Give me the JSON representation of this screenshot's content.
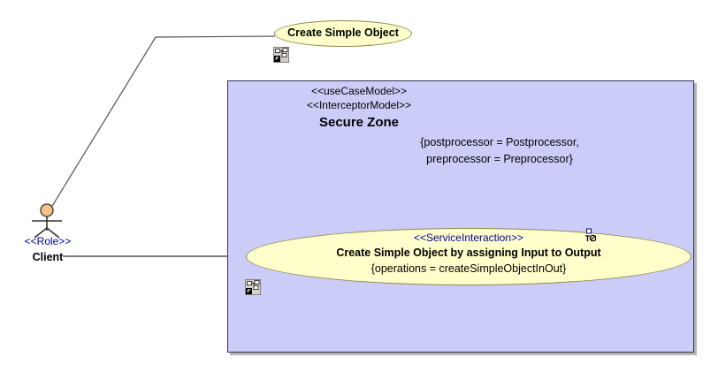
{
  "diagram": {
    "type": "uml-use-case-diagram",
    "background": "#ffffff"
  },
  "actor": {
    "name": "actor-client",
    "stereotype": "<<Role>>",
    "label": "Client",
    "head_color": "#f5c38a",
    "stereotype_color": "#000099"
  },
  "use_cases": [
    {
      "id": "uc-create-simple-object",
      "label": "Create Simple Object",
      "fill": "#ffffcc",
      "stroke": "#8b8b4b",
      "icon": "diagram-link-icon"
    },
    {
      "id": "uc-create-simple-object-in-out",
      "stereotype": "<<ServiceInteraction>>",
      "stereotype_color": "#000099",
      "label": "Create Simple Object by assigning Input to Output",
      "constraint": "{operations = createSimpleObjectInOut}",
      "fill": "#ffffcc",
      "stroke": "#8b8b4b",
      "icon": "diagram-link-icon",
      "note_icon": "note-icon"
    }
  ],
  "zone": {
    "id": "package-secure-zone",
    "stereotype_1": "<<useCaseModel>>",
    "stereotype_2": "<<InterceptorModel>>",
    "title": "Secure Zone",
    "constraint_line_1": "{postprocessor = Postprocessor,",
    "constraint_line_2": "preprocessor = Preprocessor}",
    "fill": "#ccccf9",
    "stroke": "#333355",
    "shadow": "#b4b4b4"
  },
  "connectors": [
    {
      "id": "assoc-client-to-create-simple-object",
      "from": "actor-client",
      "to": "uc-create-simple-object",
      "stroke": "#555555"
    },
    {
      "id": "assoc-client-to-service-interaction",
      "from": "actor-client",
      "to": "uc-create-simple-object-in-out",
      "stroke": "#333333"
    }
  ]
}
